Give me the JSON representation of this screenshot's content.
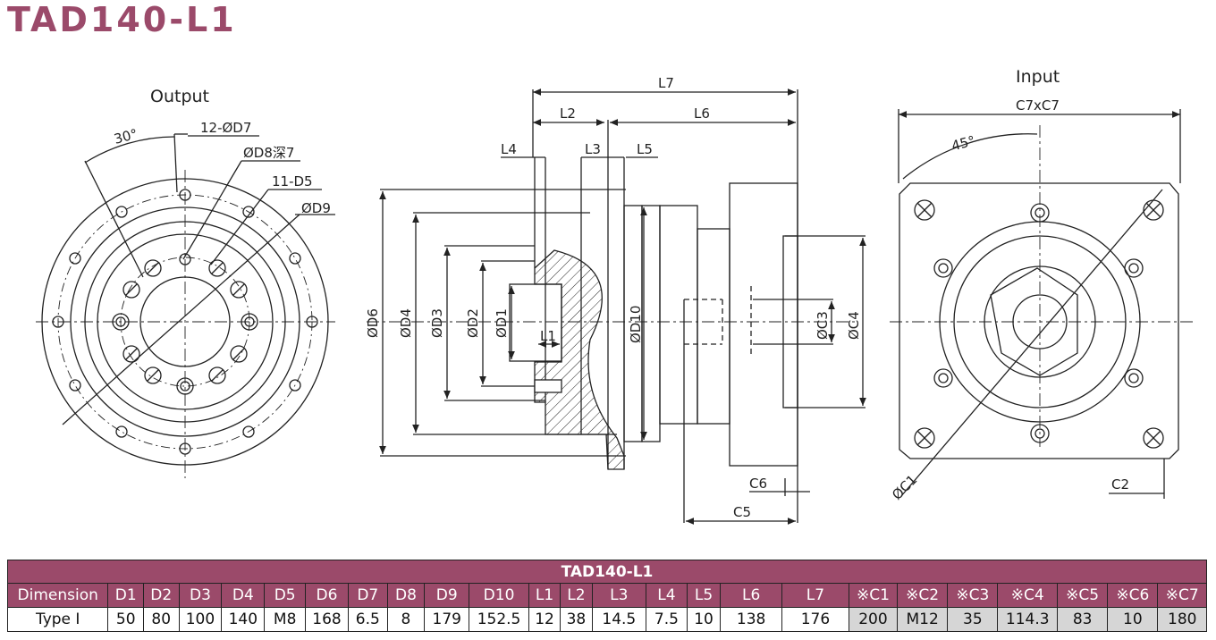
{
  "title": "TAD140-L1",
  "views": {
    "output_label": "Output",
    "input_label": "Input"
  },
  "output_callouts": {
    "angle": "30°",
    "d7": "12-ØD7",
    "d8": "ØD8深7",
    "d5": "11-D5",
    "d9": "ØD9"
  },
  "side_dims": {
    "l7": "L7",
    "l2": "L2",
    "l6": "L6",
    "l4": "L4",
    "l3": "L3",
    "l5": "L5",
    "l1": "L1",
    "d6": "ØD6",
    "d4": "ØD4",
    "d3": "ØD3",
    "d2": "ØD2",
    "d1": "ØD1",
    "d10": "ØD10",
    "c3": "ØC3",
    "c4": "ØC4",
    "c6": "C6",
    "c5": "C5"
  },
  "input_dims": {
    "c7": "C7xC7",
    "angle": "45°",
    "c1": "ØC1",
    "c2": "C2"
  },
  "table": {
    "banner": "TAD140-L1",
    "headers": [
      "Dimension",
      "D1",
      "D2",
      "D3",
      "D4",
      "D5",
      "D6",
      "D7",
      "D8",
      "D9",
      "D10",
      "L1",
      "L2",
      "L3",
      "L4",
      "L5",
      "L6",
      "L7",
      "※C1",
      "※C2",
      "※C3",
      "※C4",
      "※C5",
      "※C6",
      "※C7"
    ],
    "row_label": "Type I",
    "values": [
      "50",
      "80",
      "100",
      "140",
      "M8",
      "168",
      "6.5",
      "8",
      "179",
      "152.5",
      "12",
      "38",
      "14.5",
      "7.5",
      "10",
      "138",
      "176",
      "200",
      "M12",
      "35",
      "114.3",
      "83",
      "10",
      "180"
    ]
  },
  "colors": {
    "brand": "#9b4a6a",
    "line": "#222222",
    "grey_cell": "#d6d6d6"
  }
}
